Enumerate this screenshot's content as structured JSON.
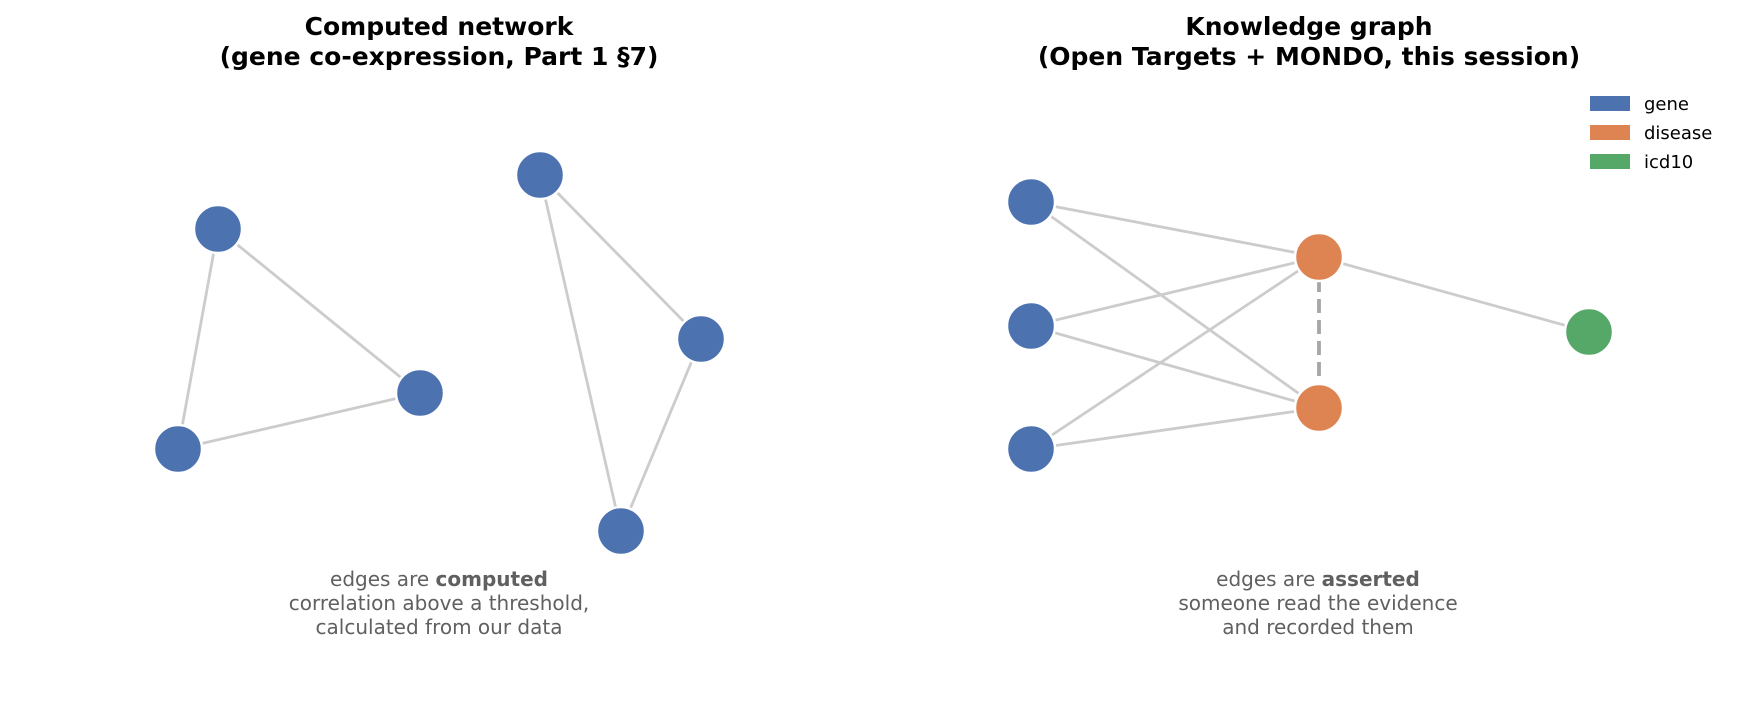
{
  "colors": {
    "gene": "#4c72b0",
    "disease": "#dd8452",
    "icd10": "#55a868",
    "edge": "#cccccc",
    "edge_asserted_link": "#a6a6a6",
    "caption_text": "#606060"
  },
  "left_panel": {
    "title_line1": "Computed network",
    "title_line2": "(gene co-expression, Part 1 §7)",
    "caption_prefix": "edges are ",
    "caption_emphasis": "computed",
    "caption_line2": "correlation above a threshold,",
    "caption_line3": "calculated from our data",
    "nodes": [
      {
        "id": "g1",
        "type": "gene"
      },
      {
        "id": "g2",
        "type": "gene"
      },
      {
        "id": "g3",
        "type": "gene"
      },
      {
        "id": "g4",
        "type": "gene"
      },
      {
        "id": "g5",
        "type": "gene"
      },
      {
        "id": "g6",
        "type": "gene"
      }
    ],
    "edges": [
      {
        "from": "g1",
        "to": "g2",
        "style": "solid"
      },
      {
        "from": "g1",
        "to": "g3",
        "style": "solid"
      },
      {
        "from": "g2",
        "to": "g3",
        "style": "solid"
      },
      {
        "from": "g4",
        "to": "g5",
        "style": "solid"
      },
      {
        "from": "g4",
        "to": "g6",
        "style": "solid"
      },
      {
        "from": "g5",
        "to": "g6",
        "style": "solid"
      }
    ]
  },
  "right_panel": {
    "title_line1": "Knowledge graph",
    "title_line2": "(Open Targets + MONDO, this session)",
    "caption_prefix": "edges are ",
    "caption_emphasis": "asserted",
    "caption_line2": "someone read the evidence",
    "caption_line3": "and recorded them",
    "legend": [
      {
        "label": "gene",
        "type": "gene"
      },
      {
        "label": "disease",
        "type": "disease"
      },
      {
        "label": "icd10",
        "type": "icd10"
      }
    ],
    "nodes": [
      {
        "id": "kg1",
        "type": "gene"
      },
      {
        "id": "kg2",
        "type": "gene"
      },
      {
        "id": "kg3",
        "type": "gene"
      },
      {
        "id": "kd1",
        "type": "disease"
      },
      {
        "id": "kd2",
        "type": "disease"
      },
      {
        "id": "ki1",
        "type": "icd10"
      }
    ],
    "edges": [
      {
        "from": "kg1",
        "to": "kd1",
        "style": "solid"
      },
      {
        "from": "kg1",
        "to": "kd2",
        "style": "solid"
      },
      {
        "from": "kg2",
        "to": "kd1",
        "style": "solid"
      },
      {
        "from": "kg2",
        "to": "kd2",
        "style": "solid"
      },
      {
        "from": "kg3",
        "to": "kd1",
        "style": "solid"
      },
      {
        "from": "kg3",
        "to": "kd2",
        "style": "solid"
      },
      {
        "from": "kd1",
        "to": "ki1",
        "style": "solid"
      },
      {
        "from": "kd1",
        "to": "kd2",
        "style": "dashed"
      }
    ]
  }
}
